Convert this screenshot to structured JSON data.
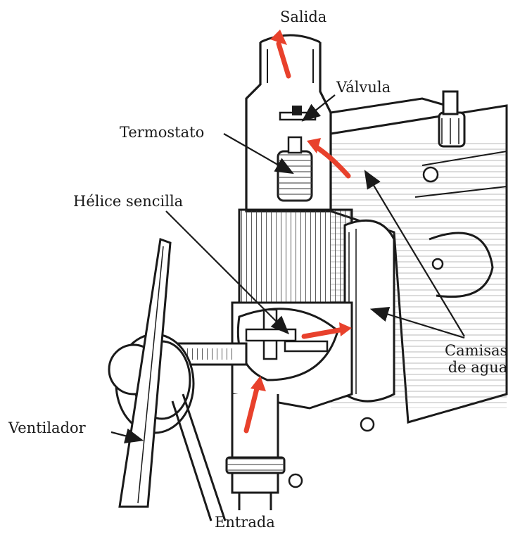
{
  "labels": {
    "salida": "Salida",
    "valvula": "Válvula",
    "termostato": "Termostato",
    "helice": "Hélice sencilla",
    "camisas_line1": "Camisas",
    "camisas_line2": "de agua",
    "ventilador": "Ventilador",
    "entrada": "Entrada"
  },
  "colors": {
    "flow_arrow": "#e8412c",
    "ink": "#1a1a1a"
  }
}
